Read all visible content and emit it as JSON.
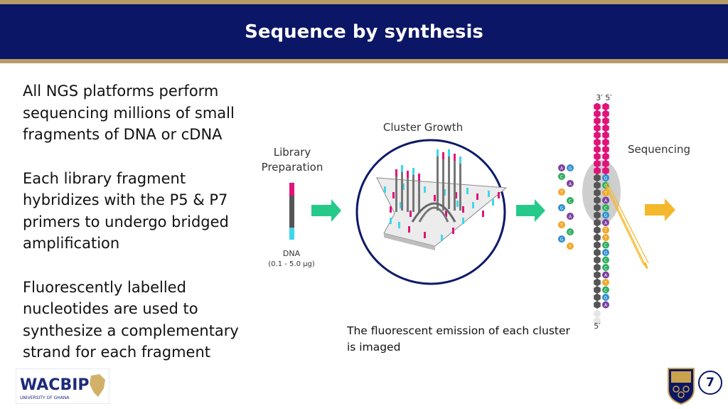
{
  "slide": {
    "title": "Sequence by synthesis",
    "bullets": [
      "All NGS platforms perform sequencing millions of small fragments of DNA or cDNA",
      "Each library fragment hybridizes with the P5 & P7 primers to undergo bridged amplification",
      "Fluorescently labelled nucleotides are used to synthesize a complementary strand for each fragment"
    ],
    "caption": "The fluorescent emission of each cluster is imaged",
    "page_number": "7"
  },
  "figure": {
    "library_label_1": "Library",
    "library_label_2": "Preparation",
    "dna_label": "DNA",
    "dna_amount": "(0.1 - 5.0 µg)",
    "cluster_label": "Cluster Growth",
    "sequencing_label": "Sequencing",
    "strand_top_left": "3′",
    "strand_top_right": "5′",
    "strand_bottom": "5′",
    "free_nucleotides": [
      "A",
      "G",
      "C",
      "A",
      "T",
      "C",
      "G",
      "A",
      "T",
      "C",
      "G",
      "T"
    ],
    "strand_bases": [
      "G",
      "C",
      "T",
      "A",
      "C",
      "G",
      "A",
      "T",
      "T",
      "C",
      "G",
      "C",
      "C",
      "A",
      "T",
      "C",
      "G",
      "A"
    ]
  },
  "logos": {
    "wacbip": "WACBIP",
    "wacbip_sub": "UNIVERSITY OF GHANA"
  },
  "colors": {
    "banner": "#0b1666",
    "gold": "#b89c68",
    "magenta": "#e0137a",
    "cyan": "#3fd6ea",
    "green_arrow": "#27c98a",
    "orange_arrow": "#f5b72b"
  }
}
